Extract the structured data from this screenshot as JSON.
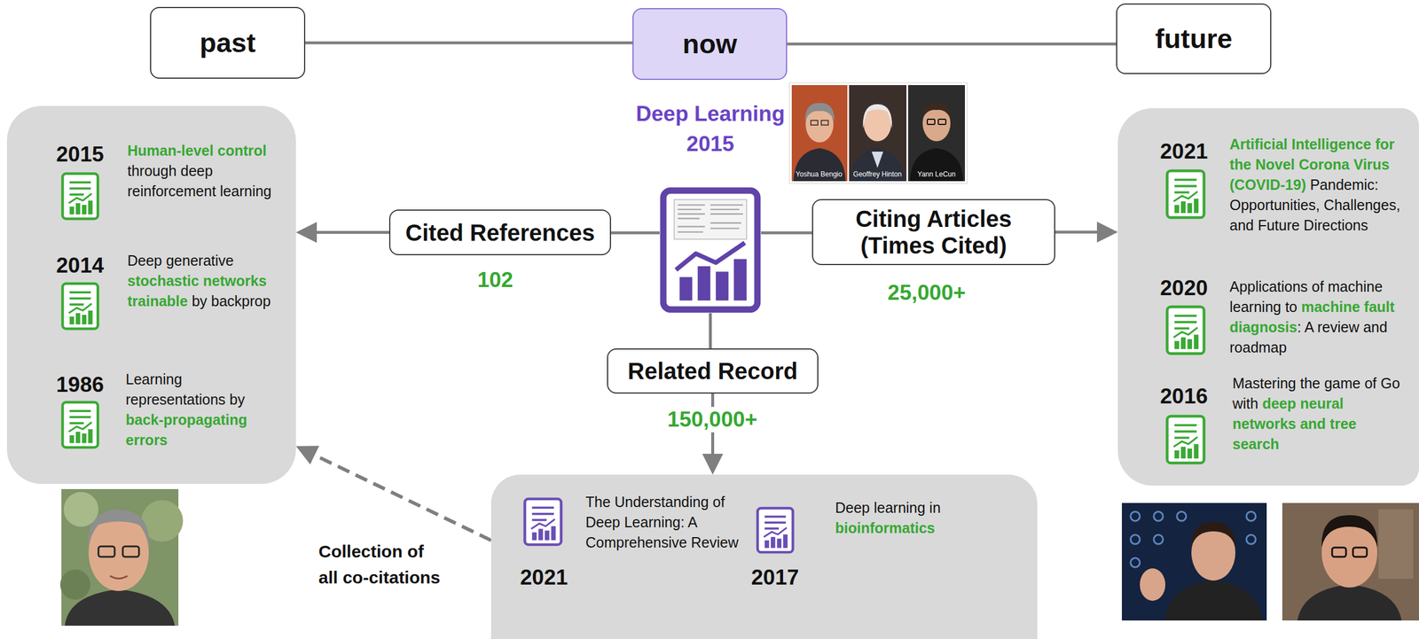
{
  "diagram": {
    "nodes": [
      {
        "text": [
          "past"
        ]
      },
      {
        "text": [
          "now"
        ]
      },
      {
        "text": [
          "future"
        ]
      },
      {
        "text": [
          "2015",
          "Human-level control through deep reinforcement learning",
          "2014",
          "Deep generative stochastic networks trainable by backprop",
          "1986",
          "Learning representations by back-propagating errors"
        ]
      },
      {
        "text": [
          "Cited References"
        ]
      },
      {
        "text": [
          "Deep Learning 2015"
        ]
      },
      {
        "text": [
          "Citing Articles (Times Cited)"
        ]
      },
      {
        "text": [
          "Related Record"
        ]
      },
      {
        "text": [
          "2021",
          "Artificial Intelligence for the Novel Corona Virus (COVID-19) Pandemic: Opportunities, Challenges, and Future Directions",
          "2020",
          "Applications of machine learning to machine fault diagnosis: A review and roadmap",
          "2016",
          "Mastering the game of Go with deep neural networks and tree search"
        ]
      },
      {
        "text": [
          "The Understanding of Deep Learning: A Comprehensive Review",
          "2021",
          "Deep learning in bioinformatics",
          "2017"
        ]
      }
    ],
    "edges": [
      {
        "from": 0,
        "to": 1,
        "arrow": "none"
      },
      {
        "from": 1,
        "to": 2,
        "arrow": "none"
      },
      {
        "from": 5,
        "to": 4,
        "arrow": "none"
      },
      {
        "from": 4,
        "to": 3,
        "arrow": "to"
      },
      {
        "from": 5,
        "to": 6,
        "arrow": "none"
      },
      {
        "from": 6,
        "to": 8,
        "arrow": "to"
      },
      {
        "from": 5,
        "to": 7,
        "arrow": "none"
      },
      {
        "from": 7,
        "to": 9,
        "arrow": "to"
      },
      {
        "from": 9,
        "to": 3,
        "arrow": "to",
        "label": "Collection of all co-citations"
      }
    ],
    "labels": [
      "102",
      "25,000+",
      "150,000+",
      "Yoshua Bengio",
      "Geoffrey Hinton",
      "Yann LeCun"
    ]
  }
}
